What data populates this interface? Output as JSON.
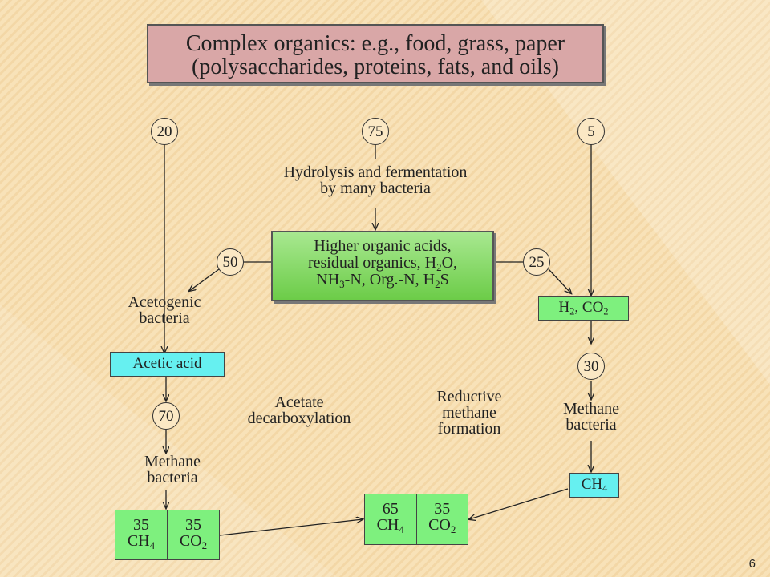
{
  "title": {
    "line1": "Complex organics: e.g., food, grass, paper",
    "line2": "(polysaccharides, proteins, fats, and oils)"
  },
  "circles": {
    "left_top": "20",
    "center_top": "75",
    "right_top": "5",
    "left_branch": "50",
    "right_branch": "25",
    "acetic_to_methane": "70",
    "h2_to_methane": "30"
  },
  "hydrolysis": {
    "line1": "Hydrolysis and fermentation",
    "line2": "by many bacteria"
  },
  "higher_acids": {
    "line1": "Higher organic acids,",
    "line2": "residual organics, H",
    "line2_sub": "2",
    "line2_end": "O,",
    "line3_a": "NH",
    "line3_sub1": "3",
    "line3_b": "-N, Org.-N, H",
    "line3_sub2": "2",
    "line3_c": "S"
  },
  "acetogenic": {
    "line1": "Acetogenic",
    "line2": "bacteria"
  },
  "acetic_acid": "Acetic acid",
  "h2co2": {
    "a": "H",
    "sub1": "2",
    "b": ", CO",
    "sub2": "2"
  },
  "methane_left": {
    "line1": "Methane",
    "line2": "bacteria"
  },
  "methane_right": {
    "line1": "Methane",
    "line2": "bacteria"
  },
  "acetate": {
    "line1": "Acetate",
    "line2": "decarboxylation"
  },
  "reductive": {
    "line1": "Reductive",
    "line2": "methane",
    "line3": "formation"
  },
  "ch4_box": {
    "a": "CH",
    "sub": "4"
  },
  "left_pair": {
    "left_num": "35",
    "left_a": "CH",
    "left_sub": "4",
    "right_num": "35",
    "right_a": "CO",
    "right_sub": "2"
  },
  "center_pair": {
    "left_num": "65",
    "left_a": "CH",
    "left_sub": "4",
    "right_num": "35",
    "right_a": "CO",
    "right_sub": "2"
  },
  "page_number": "6",
  "colors": {
    "background": "#f8e2b8",
    "title_box": "#d9a7a7",
    "green_box": "#6ccc48",
    "light_green": "#7ef07e",
    "cyan": "#66f0f0"
  }
}
